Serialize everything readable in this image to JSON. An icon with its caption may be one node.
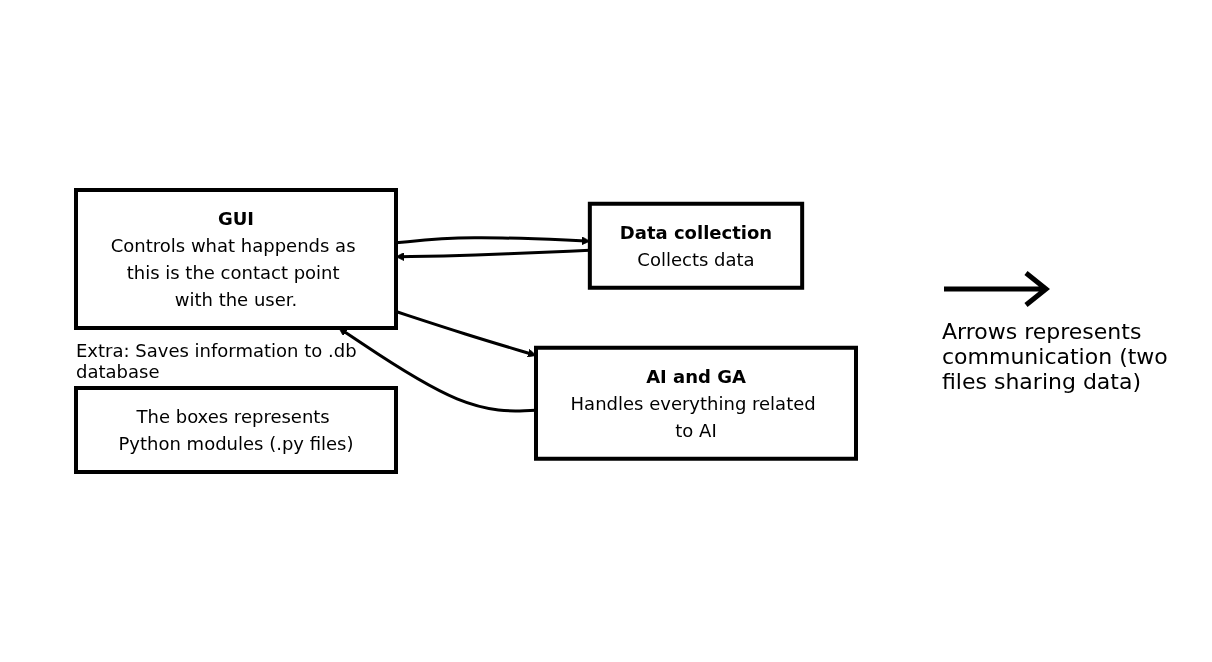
{
  "diagram": {
    "nodes": [
      {
        "text": [
          "GUI",
          "Controls what happends as this is the contact point with the user."
        ],
        "beside": [
          "Extra: Saves information to .db database"
        ]
      },
      {
        "text": [
          "Data collection",
          "Collects data"
        ]
      },
      {
        "text": [
          "AI and GA",
          "Handles everything related to AI"
        ]
      },
      {
        "text": [
          "The boxes represents Python modules (.py files)"
        ]
      }
    ],
    "edges": [
      {
        "from": 0,
        "to": 1,
        "arrow": "to"
      },
      {
        "from": 1,
        "to": 0,
        "arrow": "to"
      },
      {
        "from": 0,
        "to": 2,
        "arrow": "to"
      },
      {
        "from": 2,
        "to": 0,
        "arrow": "to"
      }
    ],
    "legend": [
      {
        "text": "Arrows represents communication (two files sharing data)"
      }
    ]
  }
}
